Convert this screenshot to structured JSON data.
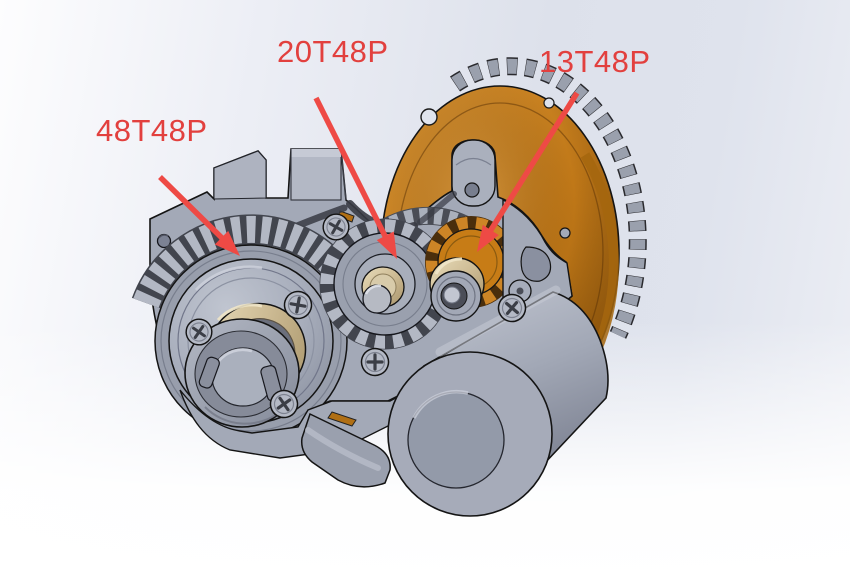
{
  "annotations": {
    "color": "#e2403e",
    "arrow_color": "#ee4a45",
    "items": [
      {
        "id": "gear-48t",
        "label": "48T48P"
      },
      {
        "id": "gear-20t",
        "label": "20T48P"
      },
      {
        "id": "gear-13t",
        "label": "13T48P"
      }
    ]
  },
  "palette": {
    "housing_gray": "#a3a9b7",
    "gear_body_gray": "#989eac",
    "teeth_gray": "#b3b8c4",
    "main_gear_orange": "#c07818",
    "pinion_orange": "#c77c16",
    "brass": "#cdbb94",
    "steel_shaft": "#b6bac3",
    "background_blue_gray": "#dfe3ed",
    "outline": "#141414"
  }
}
